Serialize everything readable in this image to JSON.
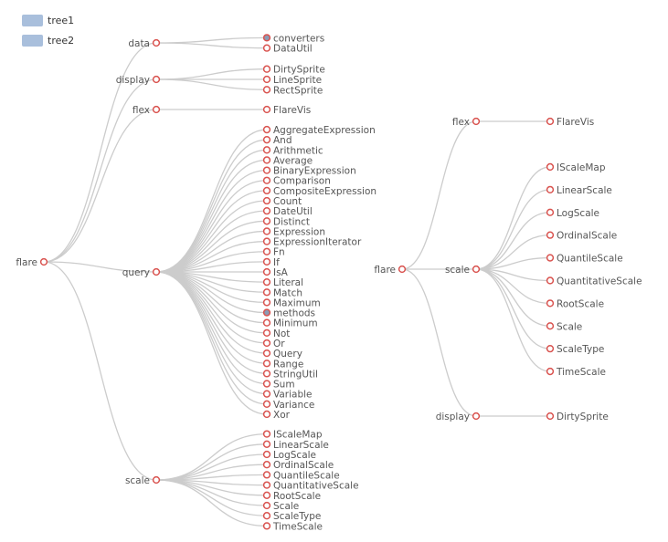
{
  "chart_data": {
    "type": "tree",
    "legend": {
      "placement": "top-left",
      "entries": [
        "tree1",
        "tree2"
      ]
    },
    "colors": {
      "legend": "#a9bfdc",
      "node_stroke": "#d9534f",
      "node_collapsed_fill": "#8a9bb5",
      "edge": "#cccccc",
      "label": "#555555"
    },
    "trees": [
      {
        "name": "tree1",
        "root": {
          "name": "flare",
          "children": [
            {
              "name": "data",
              "children": [
                {
                  "name": "converters",
                  "collapsed": true
                },
                {
                  "name": "DataUtil"
                }
              ]
            },
            {
              "name": "display",
              "children": [
                {
                  "name": "DirtySprite"
                },
                {
                  "name": "LineSprite"
                },
                {
                  "name": "RectSprite"
                }
              ]
            },
            {
              "name": "flex",
              "children": [
                {
                  "name": "FlareVis"
                }
              ]
            },
            {
              "name": "query",
              "children": [
                {
                  "name": "AggregateExpression"
                },
                {
                  "name": "And"
                },
                {
                  "name": "Arithmetic"
                },
                {
                  "name": "Average"
                },
                {
                  "name": "BinaryExpression"
                },
                {
                  "name": "Comparison"
                },
                {
                  "name": "CompositeExpression"
                },
                {
                  "name": "Count"
                },
                {
                  "name": "DateUtil"
                },
                {
                  "name": "Distinct"
                },
                {
                  "name": "Expression"
                },
                {
                  "name": "ExpressionIterator"
                },
                {
                  "name": "Fn"
                },
                {
                  "name": "If"
                },
                {
                  "name": "IsA"
                },
                {
                  "name": "Literal"
                },
                {
                  "name": "Match"
                },
                {
                  "name": "Maximum"
                },
                {
                  "name": "methods",
                  "collapsed": true
                },
                {
                  "name": "Minimum"
                },
                {
                  "name": "Not"
                },
                {
                  "name": "Or"
                },
                {
                  "name": "Query"
                },
                {
                  "name": "Range"
                },
                {
                  "name": "StringUtil"
                },
                {
                  "name": "Sum"
                },
                {
                  "name": "Variable"
                },
                {
                  "name": "Variance"
                },
                {
                  "name": "Xor"
                }
              ]
            },
            {
              "name": "scale",
              "children": [
                {
                  "name": "IScaleMap"
                },
                {
                  "name": "LinearScale"
                },
                {
                  "name": "LogScale"
                },
                {
                  "name": "OrdinalScale"
                },
                {
                  "name": "QuantileScale"
                },
                {
                  "name": "QuantitativeScale"
                },
                {
                  "name": "RootScale"
                },
                {
                  "name": "Scale"
                },
                {
                  "name": "ScaleType"
                },
                {
                  "name": "TimeScale"
                }
              ]
            }
          ]
        }
      },
      {
        "name": "tree2",
        "root": {
          "name": "flare",
          "children": [
            {
              "name": "flex",
              "children": [
                {
                  "name": "FlareVis"
                }
              ]
            },
            {
              "name": "scale",
              "children": [
                {
                  "name": "IScaleMap"
                },
                {
                  "name": "LinearScale"
                },
                {
                  "name": "LogScale"
                },
                {
                  "name": "OrdinalScale"
                },
                {
                  "name": "QuantileScale"
                },
                {
                  "name": "QuantitativeScale"
                },
                {
                  "name": "RootScale"
                },
                {
                  "name": "Scale"
                },
                {
                  "name": "ScaleType"
                },
                {
                  "name": "TimeScale"
                }
              ]
            },
            {
              "name": "display",
              "children": [
                {
                  "name": "DirtySprite"
                }
              ]
            }
          ]
        }
      }
    ]
  }
}
